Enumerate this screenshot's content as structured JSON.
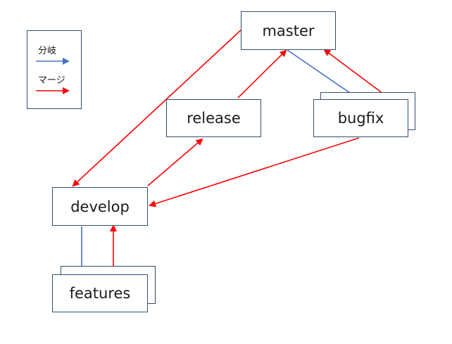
{
  "diagram": {
    "nodes": {
      "master": "master",
      "release": "release",
      "bugfix": "bugfix",
      "develop": "develop",
      "features": "features"
    },
    "legend": {
      "branch_label": "分岐",
      "merge_label": "マージ",
      "branch_color": "#4472c4",
      "merge_color": "#ff0000"
    },
    "edges": [
      {
        "from": "master",
        "to": "develop",
        "kind": "merge"
      },
      {
        "from": "master",
        "to": "bugfix",
        "kind": "branch"
      },
      {
        "from": "bugfix",
        "to": "master",
        "kind": "merge"
      },
      {
        "from": "release",
        "to": "master",
        "kind": "merge"
      },
      {
        "from": "develop",
        "to": "release",
        "kind": "merge"
      },
      {
        "from": "bugfix",
        "to": "develop",
        "kind": "merge"
      },
      {
        "from": "develop",
        "to": "features",
        "kind": "branch"
      },
      {
        "from": "features",
        "to": "develop",
        "kind": "merge"
      }
    ]
  }
}
